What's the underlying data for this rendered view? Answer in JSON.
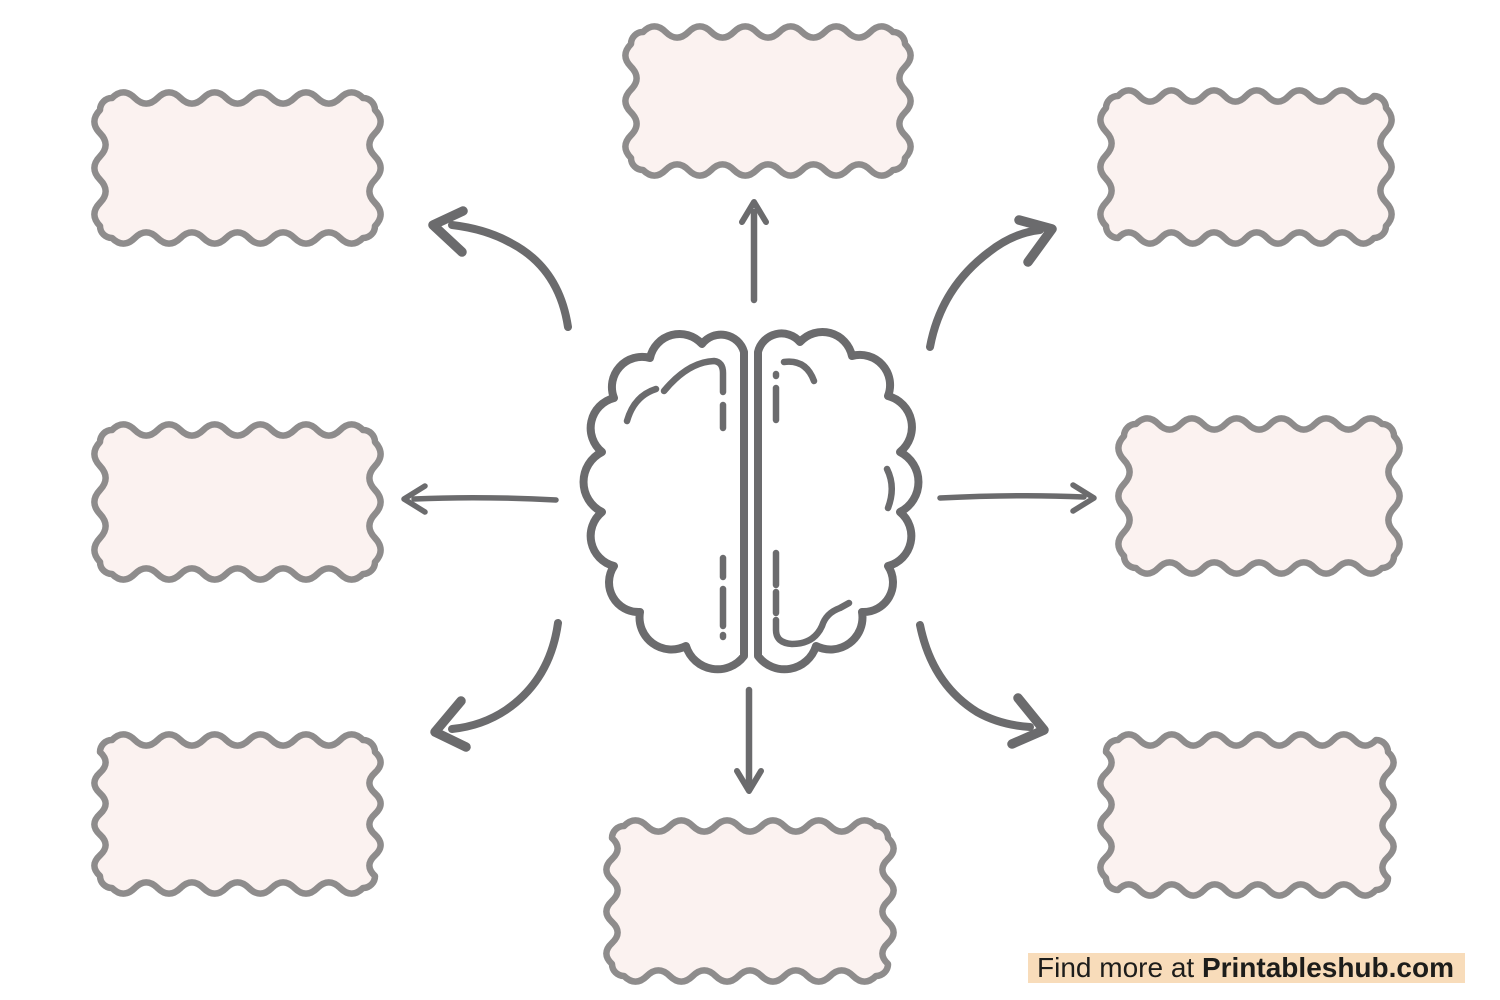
{
  "page": {
    "background": "#ffffff"
  },
  "colors": {
    "box_fill": "#fbf2f0",
    "box_border": "#8e8c8c",
    "ink": "#6b6b6d",
    "highlight": "#f8dcba",
    "footer_text": "#1d1d1b"
  },
  "footer": {
    "prefix": "Find more at ",
    "brand": "Printableshub.com"
  },
  "diagram": {
    "center_icon": "brain",
    "boxes": [
      {
        "id": "top-left",
        "label": ""
      },
      {
        "id": "top-center",
        "label": ""
      },
      {
        "id": "top-right",
        "label": ""
      },
      {
        "id": "middle-left",
        "label": ""
      },
      {
        "id": "middle-right",
        "label": ""
      },
      {
        "id": "bottom-left",
        "label": ""
      },
      {
        "id": "bottom-center",
        "label": ""
      },
      {
        "id": "bottom-right",
        "label": ""
      }
    ]
  }
}
